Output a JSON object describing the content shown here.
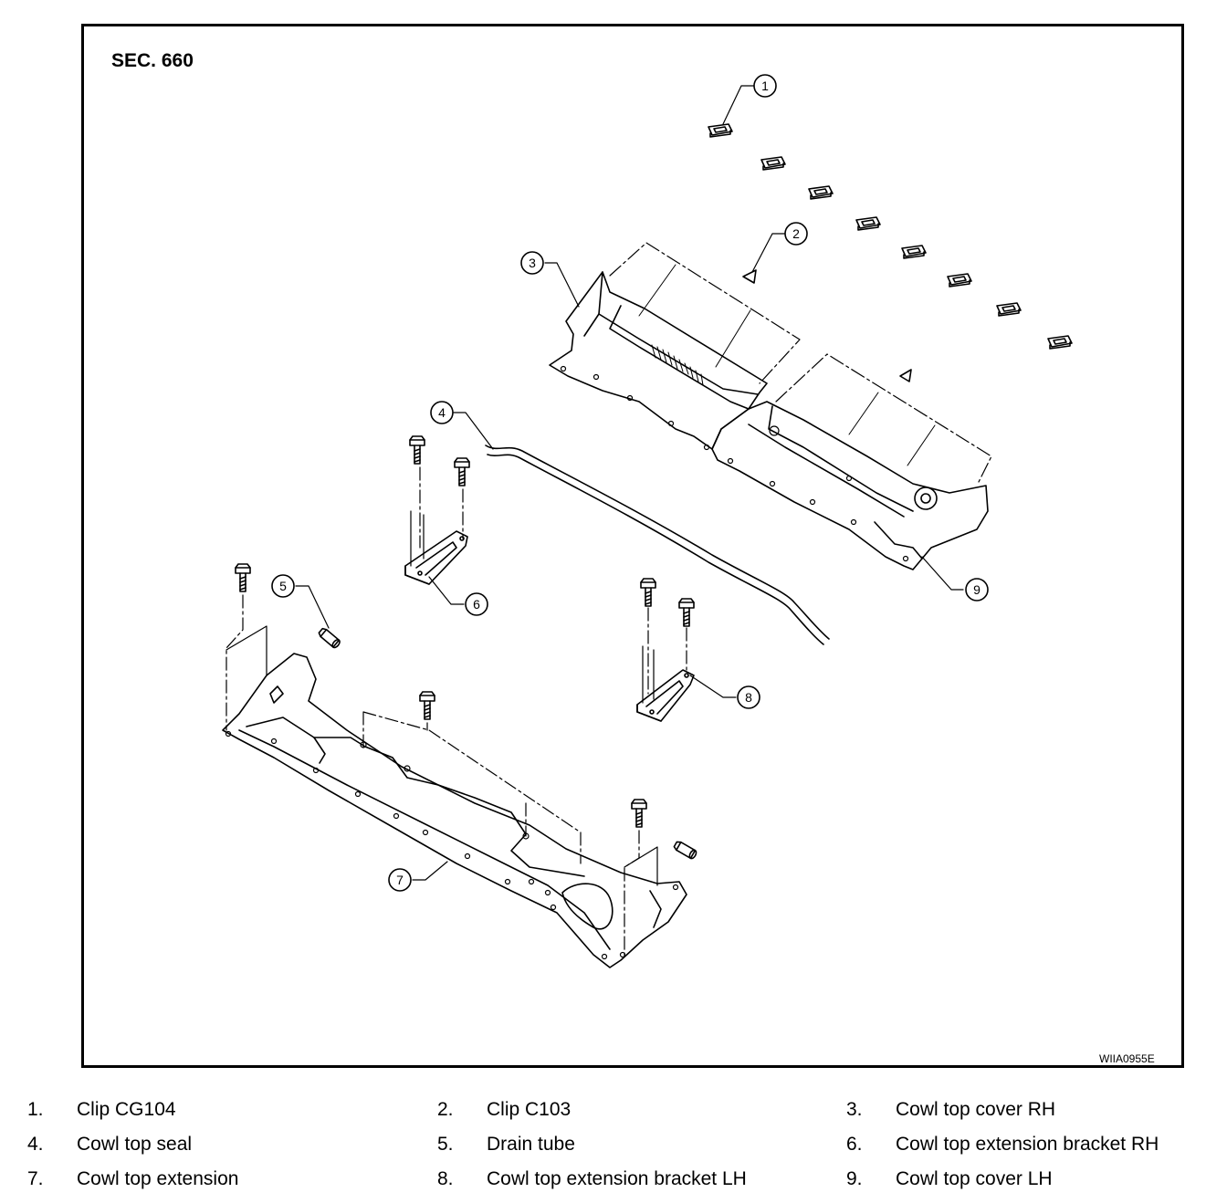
{
  "section_label": "SEC. 660",
  "figure_code": "WIIA0955E",
  "callouts": [
    "1",
    "2",
    "3",
    "4",
    "5",
    "6",
    "7",
    "8",
    "9"
  ],
  "legend": [
    {
      "num": "1.",
      "text": "Clip CG104"
    },
    {
      "num": "2.",
      "text": "Clip C103"
    },
    {
      "num": "3.",
      "text": "Cowl top cover RH"
    },
    {
      "num": "4.",
      "text": "Cowl top seal"
    },
    {
      "num": "5.",
      "text": "Drain tube"
    },
    {
      "num": "6.",
      "text": "Cowl top extension bracket RH"
    },
    {
      "num": "7.",
      "text": "Cowl top extension"
    },
    {
      "num": "8.",
      "text": "Cowl top extension bracket LH"
    },
    {
      "num": "9.",
      "text": "Cowl top cover LH"
    }
  ]
}
